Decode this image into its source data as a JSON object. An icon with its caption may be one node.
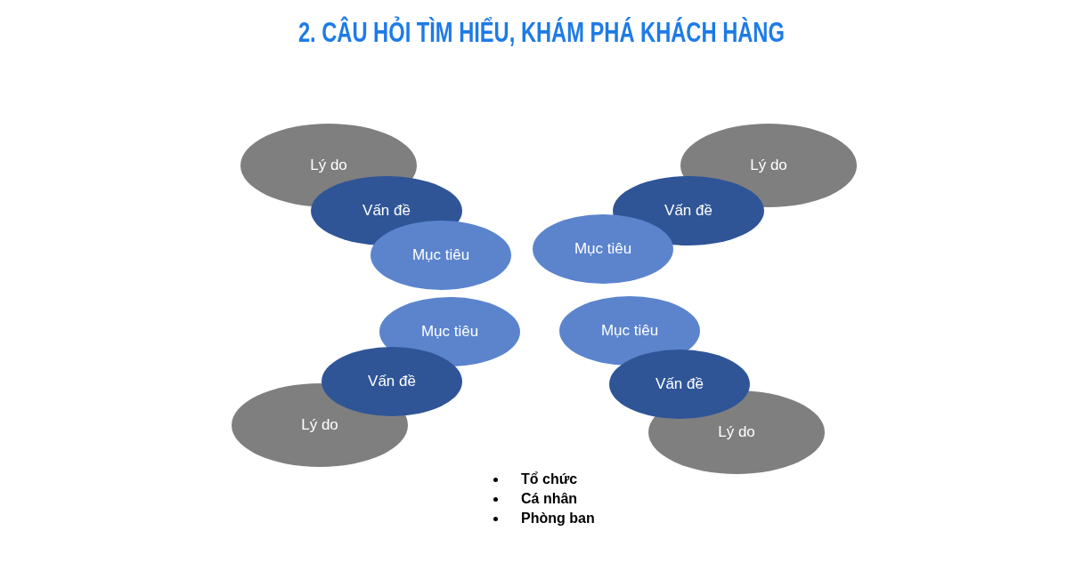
{
  "diagram": {
    "title": "2. CÂU HỎI TÌM HIỂU, KHÁM PHÁ KHÁCH HÀNG",
    "nodes": [
      {
        "text": [
          "Lý do"
        ]
      },
      {
        "text": [
          "Vấn đề"
        ]
      },
      {
        "text": [
          "Mục tiêu"
        ]
      },
      {
        "text": [
          "Lý do"
        ]
      },
      {
        "text": [
          "Vấn đề"
        ]
      },
      {
        "text": [
          "Mục tiêu"
        ]
      },
      {
        "text": [
          "Mục tiêu"
        ]
      },
      {
        "text": [
          "Vấn đề"
        ]
      },
      {
        "text": [
          "Lý do"
        ]
      },
      {
        "text": [
          "Mục tiêu"
        ]
      },
      {
        "text": [
          "Vấn đề"
        ]
      },
      {
        "text": [
          "Lý do"
        ]
      }
    ],
    "labels": [
      "Tổ chức",
      "Cá nhân",
      "Phòng ban"
    ]
  }
}
